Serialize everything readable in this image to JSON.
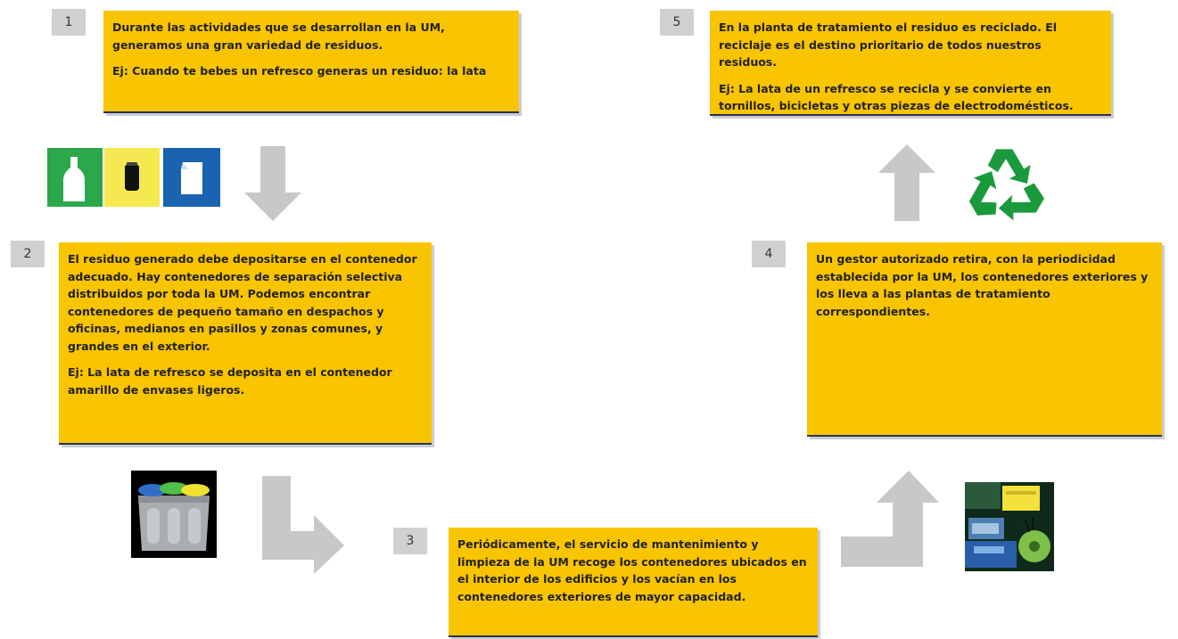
{
  "steps": [
    {
      "number": "1",
      "paragraphs": [
        "Durante las actividades que se desarrollan en la UM, generamos una gran variedad de residuos.",
        "Ej: Cuando te bebes un refresco generas un residuo: la lata"
      ]
    },
    {
      "number": "2",
      "paragraphs": [
        "El residuo generado debe depositarse en el contenedor adecuado. Hay contenedores de separación selectiva  distribuidos por toda la UM. Podemos encontrar contenedores de pequeño tamaño en despachos y oficinas, medianos en pasillos y zonas comunes, y grandes en el exterior.",
        "Ej: La lata de refresco se deposita en el contenedor amarillo de envases ligeros."
      ]
    },
    {
      "number": "3",
      "paragraphs": [
        "Periódicamente, el servicio de mantenimiento y limpieza de la UM recoge los contenedores ubicados en el interior de los edificios y los vacían en los contenedores exteriores de mayor capacidad."
      ]
    },
    {
      "number": "4",
      "paragraphs": [
        "Un gestor autorizado retira, con la periodicidad establecida por la UM, los contenedores exteriores y los lleva a las plantas de tratamiento correspondientes."
      ]
    },
    {
      "number": "5",
      "paragraphs": [
        "En la planta de tratamiento el residuo es reciclado.  El reciclaje es el destino prioritario de todos nuestros residuos.",
        "Ej: La lata de un refresco se recicla y se convierte en tornillos, bicicletas y otras piezas de electrodomésticos."
      ]
    }
  ],
  "colors": {
    "box": "#f9c400",
    "number_bg": "#d0d0d0",
    "arrow": "#c8c8c8",
    "recycle": "#1a9a3c",
    "glass_bin": "#2aa84a",
    "pack_bin": "#f5e850",
    "paper_bin": "#1a63b0"
  },
  "icons": [
    "glass-container-icon",
    "packaging-container-icon",
    "paper-container-icon",
    "recycling-bins-icon",
    "recycling-symbol-icon",
    "recycled-products-icon"
  ]
}
